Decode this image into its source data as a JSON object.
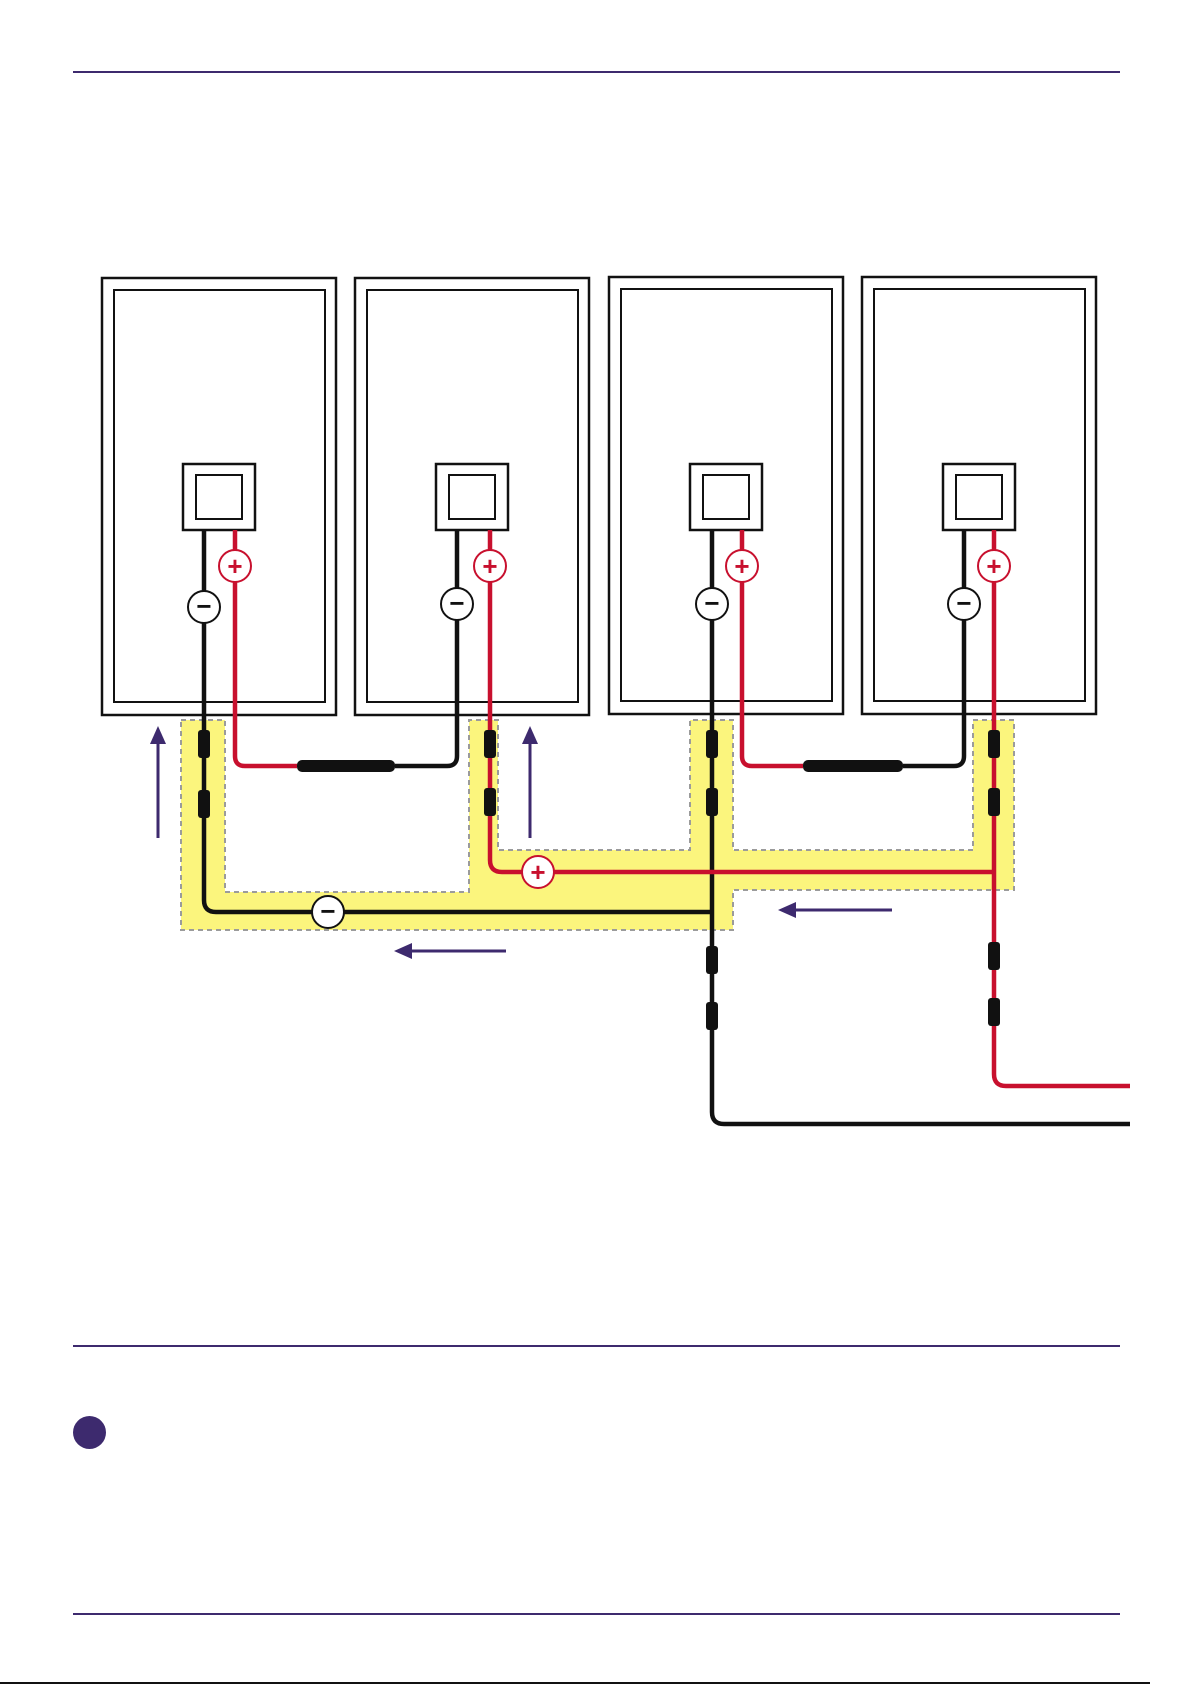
{
  "colors": {
    "accent": "#3d2a6e",
    "positive_cable": "#c8102e",
    "negative_cable": "#111111",
    "highlight": "#fbf57d",
    "highlight_border": "#9b9b9b"
  },
  "symbols": {
    "positive": "+",
    "negative": "−"
  },
  "icons": {
    "info": "info-dot-icon",
    "flow_arrow": "arrow-icon",
    "connector": "mc4-connector-icon"
  },
  "diagram": {
    "panel_count": 4,
    "panels": [
      {
        "id": "panel-1",
        "negative_label": "−",
        "positive_label": "+"
      },
      {
        "id": "panel-2",
        "negative_label": "−",
        "positive_label": "+"
      },
      {
        "id": "panel-3",
        "negative_label": "−",
        "positive_label": "+"
      },
      {
        "id": "panel-4",
        "negative_label": "−",
        "positive_label": "+"
      }
    ],
    "shared_labels": {
      "combined_positive": "+",
      "combined_negative": "−"
    }
  }
}
